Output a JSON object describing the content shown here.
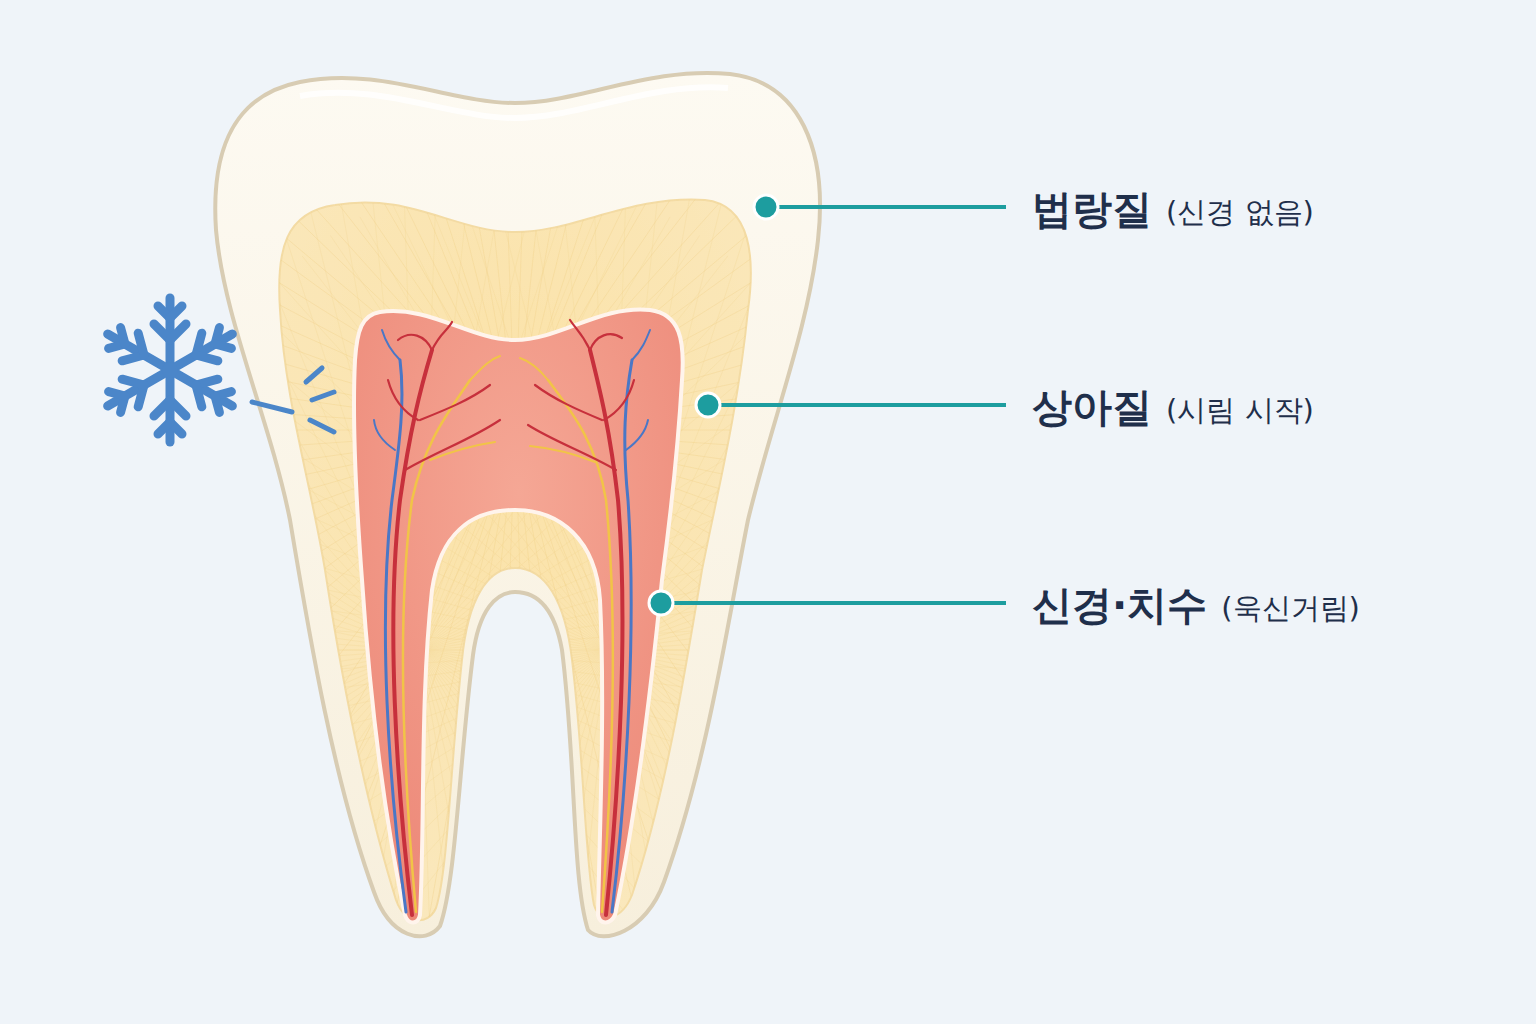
{
  "diagram": {
    "labels": [
      "법랑질",
      "(신경 없음)",
      "상아질",
      "(시림 시작)",
      "신경·치수",
      "(욱신거림)"
    ]
  }
}
